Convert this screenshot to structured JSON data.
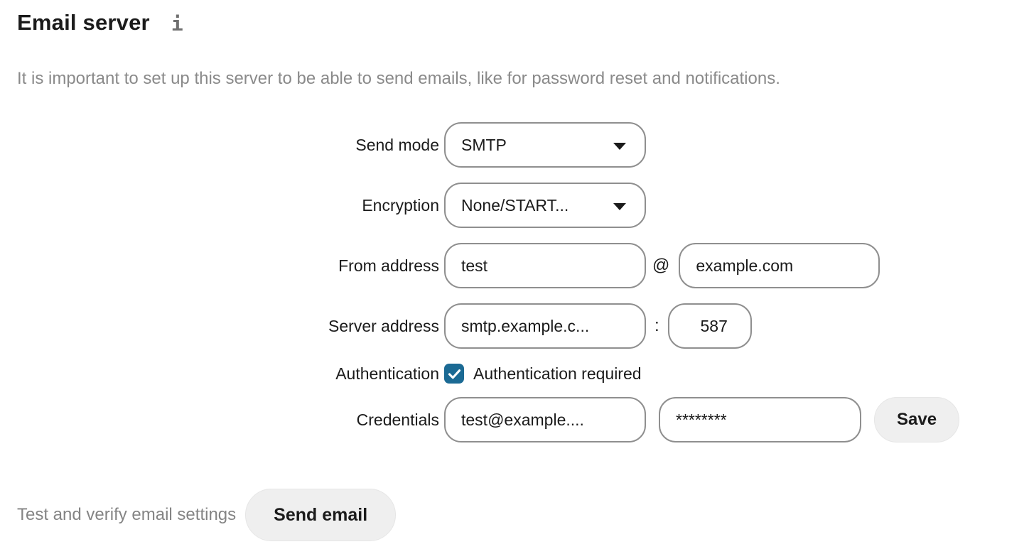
{
  "page": {
    "title": "Email server",
    "info_icon_glyph": "i",
    "subtitle": "It is important to set up this server to be able to send emails, like for password reset and notifications."
  },
  "form": {
    "send_mode": {
      "label": "Send mode",
      "value": "SMTP"
    },
    "encryption": {
      "label": "Encryption",
      "value": "None/START..."
    },
    "from_address": {
      "label": "From address",
      "local_value": "test",
      "separator": "@",
      "domain_value": "example.com"
    },
    "server_address": {
      "label": "Server address",
      "host_value": "smtp.example.c...",
      "separator": ":",
      "port_value": "587"
    },
    "authentication": {
      "label": "Authentication",
      "checkbox_label": "Authentication required",
      "checked": true
    },
    "credentials": {
      "label": "Credentials",
      "username_value": "test@example....",
      "password_value": "********",
      "save_label": "Save"
    }
  },
  "test_section": {
    "label": "Test and verify email settings",
    "button_label": "Send email"
  },
  "colors": {
    "accent_checkbox": "#1b6a94",
    "input_border": "#8f8f8f",
    "button_background": "#efefef",
    "text": "#1b1b1b",
    "muted_text": "#8a8a8a"
  }
}
